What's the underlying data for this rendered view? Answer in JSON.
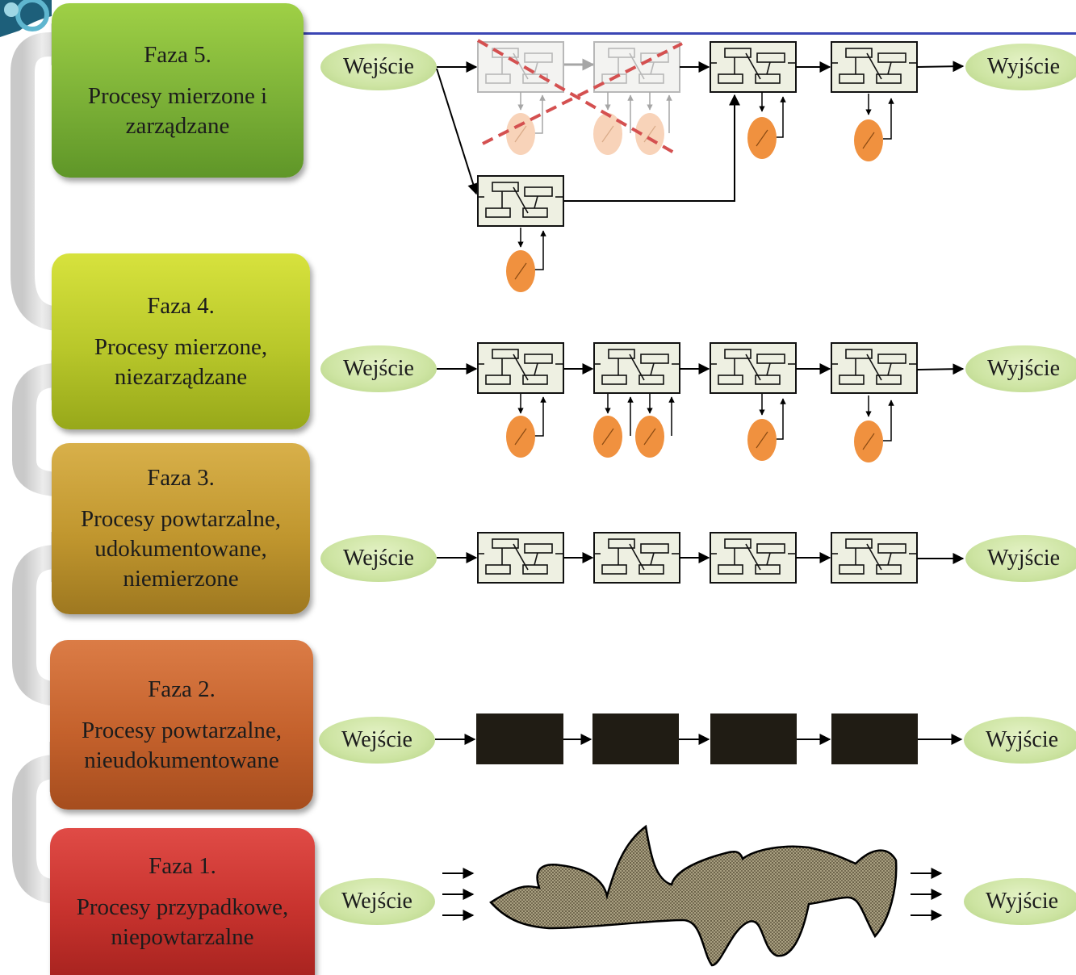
{
  "phases": [
    {
      "title": "Faza 5.",
      "subtitle": "Procesy mierzone i\nzarządzane"
    },
    {
      "title": "Faza 4.",
      "subtitle": "Procesy mierzone,\nniezarządzane"
    },
    {
      "title": "Faza 3.",
      "subtitle": "Procesy powtarzalne,\nudokumentowane,\nniemierzone"
    },
    {
      "title": "Faza 2.",
      "subtitle": "Procesy powtarzalne,\nnieudokumentowane"
    },
    {
      "title": "Faza 1.",
      "subtitle": "Procesy przypadkowe,\nniepowtarzalne"
    }
  ],
  "rows": {
    "phase5": {
      "input": "Wejście",
      "output": "Wyjście"
    },
    "phase4": {
      "input": "Wejście",
      "output": "Wyjście"
    },
    "phase3": {
      "input": "Wejście",
      "output": "Wyjście"
    },
    "phase2": {
      "input": "Wejście",
      "output": "Wyjście"
    },
    "phase1": {
      "input": "Wejście",
      "output": "Wyjście"
    }
  },
  "colors": {
    "phase5": "#7cb137",
    "phase4": "#b8c72a",
    "phase3": "#c0962e",
    "phase2": "#c4612c",
    "phase1": "#c8332e",
    "io_pill": "#cde4a2",
    "measurement": "#f0913f",
    "crossed_out": "#d45050",
    "process_box": "#eef0e2",
    "opaque_box": "#201c14"
  }
}
